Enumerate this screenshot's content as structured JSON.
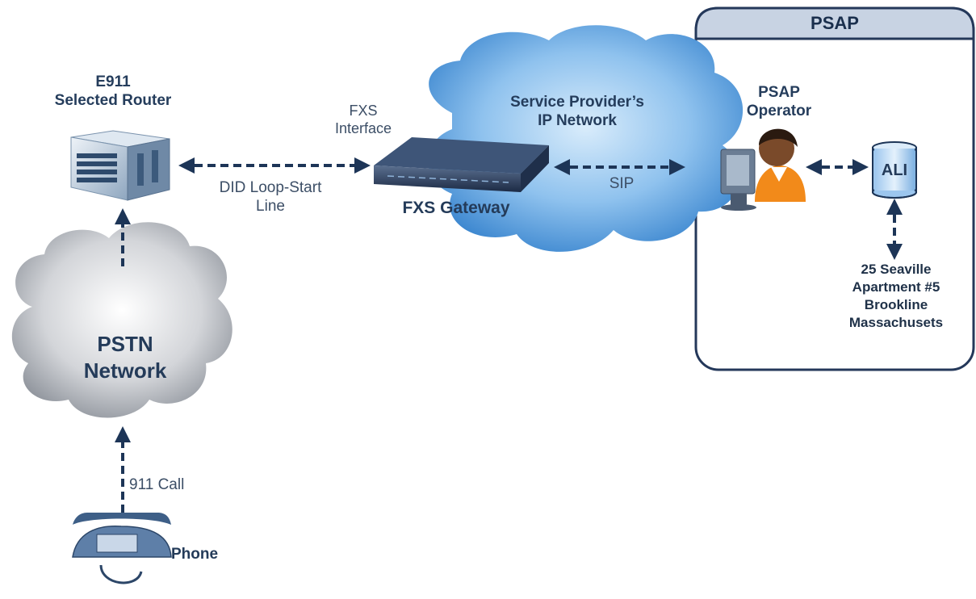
{
  "labels": {
    "psap_title": "PSAP",
    "router_line1": "E911",
    "router_line2": "Selected Router",
    "fxs_line1": "FXS",
    "fxs_line2": "Interface",
    "did_line1": "DID Loop-Start",
    "did_line2": "Line",
    "gateway": "FXS Gateway",
    "provider_line1": "Service Provider’s",
    "provider_line2": "IP Network",
    "sip": "SIP",
    "operator_line1": "PSAP",
    "operator_line2": "Operator",
    "ali": "ALI",
    "addr_line1": "25 Seaville",
    "addr_line2": "Apartment #5",
    "addr_line3": "Brookline",
    "addr_line4": "Massachusets",
    "pstn_line1": "PSTN",
    "pstn_line2": "Network",
    "call": "911 Call",
    "phone": "Phone"
  },
  "colors": {
    "arrow": "#1d3557",
    "psap_border": "#24385a",
    "psap_header": "#c8d3e3",
    "ip_cloud": "#3f8fd6",
    "pstn_cloud": "#9a9fa8"
  }
}
